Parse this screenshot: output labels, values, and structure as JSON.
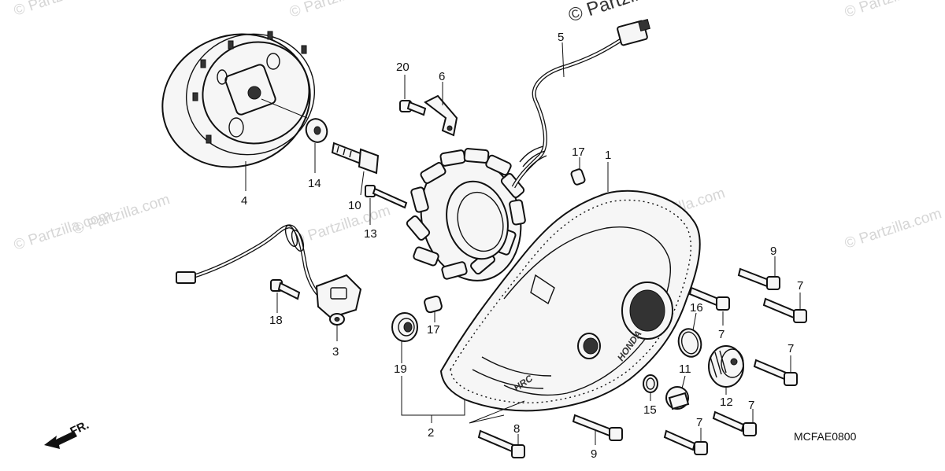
{
  "watermarks": [
    {
      "id": "wm-1",
      "text": "© Partzilla.com"
    },
    {
      "id": "wm-2",
      "text": "© Partzilla.com"
    },
    {
      "id": "wm-3",
      "text": "© Partzilla.com"
    },
    {
      "id": "wm-4",
      "text": "© Partzilla.com"
    },
    {
      "id": "wm-5",
      "text": "© Partzilla.com"
    },
    {
      "id": "wm-6",
      "text": "© Partzilla.com"
    },
    {
      "id": "wm-7",
      "text": "© Partzilla.com"
    },
    {
      "id": "wm-8",
      "text": "© Partzilla.com"
    },
    {
      "id": "wm-9",
      "text": "© Partzilla.com"
    }
  ],
  "top_watermark": "© Partzilla.com",
  "diagram_code": "MCFAE0800",
  "front_indicator": "FR.",
  "cover_embossing": [
    "HONDA",
    "HRC"
  ],
  "callouts": [
    {
      "id": "c1",
      "label": "1"
    },
    {
      "id": "c2",
      "label": "2"
    },
    {
      "id": "c3",
      "label": "3"
    },
    {
      "id": "c4",
      "label": "4"
    },
    {
      "id": "c5",
      "label": "5"
    },
    {
      "id": "c6",
      "label": "6"
    },
    {
      "id": "c7a",
      "label": "7"
    },
    {
      "id": "c7b",
      "label": "7"
    },
    {
      "id": "c7c",
      "label": "7"
    },
    {
      "id": "c7d",
      "label": "7"
    },
    {
      "id": "c7e",
      "label": "7"
    },
    {
      "id": "c7f",
      "label": "7"
    },
    {
      "id": "c8",
      "label": "8"
    },
    {
      "id": "c9a",
      "label": "9"
    },
    {
      "id": "c9b",
      "label": "9"
    },
    {
      "id": "c10",
      "label": "10"
    },
    {
      "id": "c11",
      "label": "11"
    },
    {
      "id": "c12",
      "label": "12"
    },
    {
      "id": "c13",
      "label": "13"
    },
    {
      "id": "c14",
      "label": "14"
    },
    {
      "id": "c15",
      "label": "15"
    },
    {
      "id": "c16",
      "label": "16"
    },
    {
      "id": "c17a",
      "label": "17"
    },
    {
      "id": "c17b",
      "label": "17"
    },
    {
      "id": "c18",
      "label": "18"
    },
    {
      "id": "c19",
      "label": "19"
    },
    {
      "id": "c20",
      "label": "20"
    }
  ]
}
